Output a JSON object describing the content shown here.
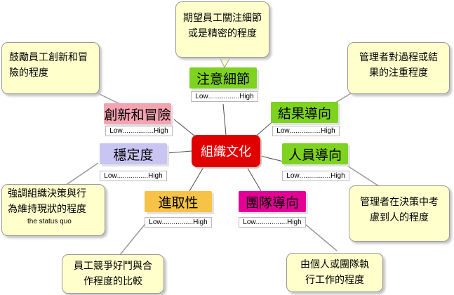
{
  "center": "組織文化",
  "scale": {
    "low": "Low",
    "dots": "................",
    "high": "High"
  },
  "colors": {
    "center": "#e00000",
    "detail": "#7ed321",
    "outcome": "#7ed321",
    "people": "#7ed321",
    "innovation": "#f4a3b0",
    "stability": "#c9c5f2",
    "aggressiveness": "#f6c247",
    "team": "#e40094",
    "callout_bg": "#ffffcc"
  },
  "nodes": {
    "detail": "注意細節",
    "outcome": "結果導向",
    "innovation": "創新和冒險",
    "stability": "穩定度",
    "people": "人員導向",
    "aggressiveness": "進取性",
    "team": "團隊導向"
  },
  "callouts": {
    "detail": [
      "期望員工關注細節",
      "或是精密的程度"
    ],
    "innovation": [
      "鼓勵員工創新和冒",
      "險的程度"
    ],
    "outcome": [
      "管理者對過程或結",
      "果的注重程度"
    ],
    "stability": [
      "強調組織決策與行",
      "為維持現狀的程度"
    ],
    "stability_note": "the status quo",
    "people": [
      "管理者在決策中考",
      "慮到人的程度"
    ],
    "aggressiveness": [
      "員工競爭好鬥與合",
      "作程度的比較"
    ],
    "team": [
      "由個人或團隊執",
      "行工作的程度"
    ]
  }
}
